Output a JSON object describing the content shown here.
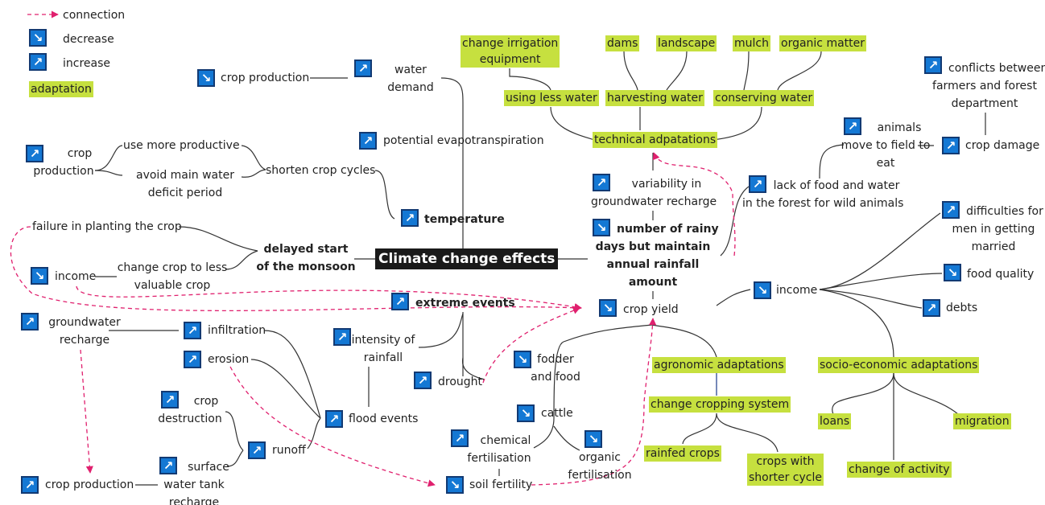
{
  "legend": {
    "connection": "connection",
    "decrease": "decrease",
    "increase": "increase",
    "adaptation": "adaptation"
  },
  "colors": {
    "increase_icon": "#1478d4",
    "icon_border": "#123a73",
    "adaptation_highlight": "#c6e03f",
    "connection_line": "#e0206e",
    "central_node": "#1a1a1a"
  },
  "icons": {
    "increase": "arrow-up-right",
    "decrease": "arrow-down-right"
  },
  "center": "Climate change effects",
  "nodes": {
    "crop_production_top": "crop production",
    "water_demand": "water\ndemand",
    "potential_evapotranspiration": "potential evapotranspiration",
    "temperature": "temperature",
    "crop_production_left": "crop\nproduction",
    "use_more_productive": "use more productive",
    "avoid_deficit": "avoid main water\ndeficit period",
    "shorten_cycles": "shorten crop cycles",
    "failure_planting": "failure in planting the crop",
    "delayed_monsoon": "delayed start\nof the monsoon",
    "income_left": "income",
    "change_crop": "change crop to less\nvaluable crop",
    "extreme_events": "extreme events",
    "groundwater_recharge": "groundwater\nrecharge",
    "infiltration": "infiltration",
    "erosion": "erosion",
    "intensity_rainfall": "intensity of\nrainfall",
    "flood_events": "flood events",
    "crop_destruction": "crop\ndestruction",
    "runoff": "runoff",
    "surface_tank": "surface\nwater tank\nrecharge",
    "crop_production_bottom": "crop production",
    "drought": "drought",
    "fodder_food": "fodder\nand food",
    "cattle": "cattle",
    "chemical_fert": "chemical\nfertilisation",
    "organic_fert": "organic\nfertilisation",
    "soil_fertility": "soil fertility",
    "change_irrigation": "change irrigation\nequipment",
    "dams": "dams",
    "landscape": "landscape",
    "mulch": "mulch",
    "organic_matter": "organic matter",
    "using_less_water": "using less water",
    "harvesting_water": "harvesting water",
    "conserving_water": "conserving water",
    "technical_adaptations": "technical adpatations",
    "variability_groundwater": "variability in\ngroundwater recharge",
    "rainy_days": "number of rainy\ndays but maintain\nannual rainfall\namount",
    "crop_yield": "crop yield",
    "agronomic_adaptations": "agronomic adaptations",
    "change_cropping": "change cropping system",
    "rainfed_crops": "rainfed crops",
    "shorter_cycle": "crops with\nshorter cycle",
    "conflicts": "conflicts between\nfarmers and forest\ndepartment",
    "animals_move": "animals\nmove to field to\neat",
    "crop_damage": "crop damage",
    "lack_food": "lack of food and water\nin the forest for wild animals",
    "difficulties_men": "difficulties for\nmen in getting\nmarried",
    "income_right": "income",
    "food_quality": "food quality",
    "debts": "debts",
    "socio_economic": "socio-economic adaptations",
    "loans": "loans",
    "migration": "migration",
    "change_activity": "change of activity"
  }
}
